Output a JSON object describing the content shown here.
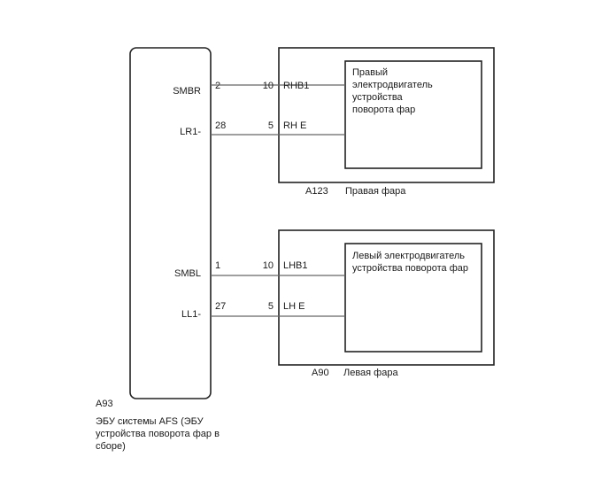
{
  "ecu": {
    "id": "A93",
    "name_lines": [
      "ЭБУ системы AFS (ЭБУ",
      "устройства поворота фар в",
      "сборе)"
    ],
    "terminals": [
      {
        "name": "SMBR",
        "pin": "2"
      },
      {
        "name": "LR1-",
        "pin": "28"
      },
      {
        "name": "SMBL",
        "pin": "1"
      },
      {
        "name": "LL1-",
        "pin": "27"
      }
    ]
  },
  "right_headlamp": {
    "id": "A123",
    "name": "Правая фара",
    "motor_lines": [
      "Правый",
      "электродвигатель",
      "устройства",
      "поворота фар"
    ],
    "terminals": [
      {
        "pin": "10",
        "name": "RHB1"
      },
      {
        "pin": "5",
        "name": "RH E"
      }
    ]
  },
  "left_headlamp": {
    "id": "A90",
    "name": "Левая фара",
    "motor_lines": [
      "Левый электродвигатель",
      "устройства поворота фар"
    ],
    "terminals": [
      {
        "pin": "10",
        "name": "LHB1"
      },
      {
        "pin": "5",
        "name": "LH E"
      }
    ]
  }
}
